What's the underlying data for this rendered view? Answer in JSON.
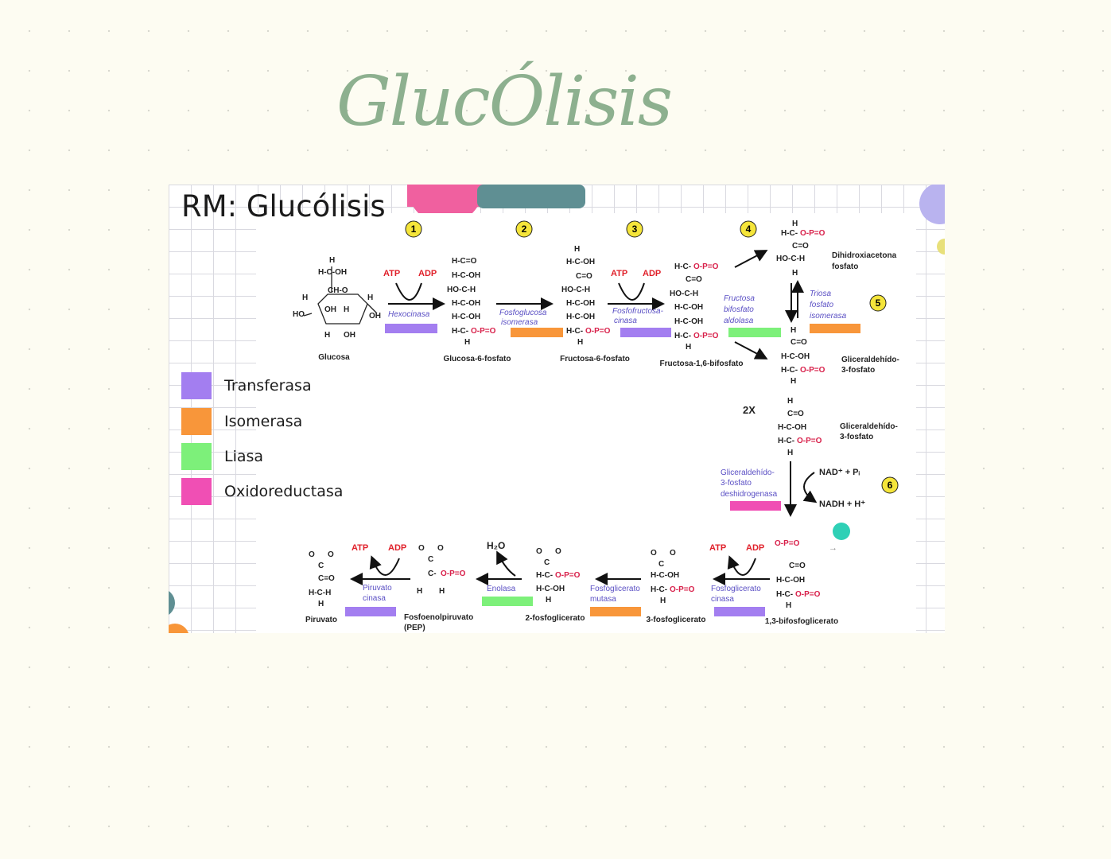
{
  "page_title": "GlucÓlisis",
  "slide": {
    "title": "RM: Glucólisis",
    "legend": [
      {
        "label": "Transferasa",
        "color": "#a37ef0"
      },
      {
        "label": "Isomerasa",
        "color": "#f8963a"
      },
      {
        "label": "Liasa",
        "color": "#7df07a"
      },
      {
        "label": "Oxidoreductasa",
        "color": "#f04fb4"
      }
    ],
    "step_numbers": [
      "1",
      "2",
      "3",
      "4",
      "5",
      "6"
    ],
    "cofactors": {
      "atp": "ATP",
      "adp": "ADP",
      "h2o": "H₂O",
      "nad": "NAD⁺ + Pᵢ",
      "nadh": "NADH + H⁺",
      "twox": "2X"
    },
    "enzymes": {
      "hexocinasa": "Hexocinasa",
      "fosfoglucosa_1": "Fosfoglucosa",
      "fosfoglucosa_2": "isomerasa",
      "fosfofructo_1": "Fosfofructosa-",
      "fosfofructo_2": "cinasa",
      "aldolasa_1": "Fructosa",
      "aldolasa_2": "bifosfato",
      "aldolasa_3": "aldolasa",
      "triosa_1": "Triosa",
      "triosa_2": "fosfato",
      "triosa_3": "isomerasa",
      "gapdh_1": "Gliceraldehído-",
      "gapdh_2": "3-fosfato",
      "gapdh_3": "deshidrogenasa",
      "fgcinasa_1": "Fosfoglicerato",
      "fgcinasa_2": "cinasa",
      "fgmutasa_1": "Fosfoglicerato",
      "fgmutasa_2": "mutasa",
      "enolasa": "Enolasa",
      "piruvato_1": "Piruvato",
      "piruvato_2": "cinasa"
    },
    "compounds": {
      "glucosa": "Glucosa",
      "g6p": "Glucosa-6-fosfato",
      "f6p": "Fructosa-6-fosfato",
      "f16bp": "Fructosa-1,6-bifosfato",
      "dhap_1": "Dihidroxiacetona",
      "dhap_2": "fosfato",
      "g3p_1": "Gliceraldehído-",
      "g3p_2": "3-fosfato",
      "bpg": "1,3-bifosfoglicerato",
      "pg3": "3-fosfoglicerato",
      "pg2": "2-fosfoglicerato",
      "pep_1": "Fosfoenolpiruvato",
      "pep_2": "(PEP)",
      "piruvato": "Piruvato"
    }
  }
}
